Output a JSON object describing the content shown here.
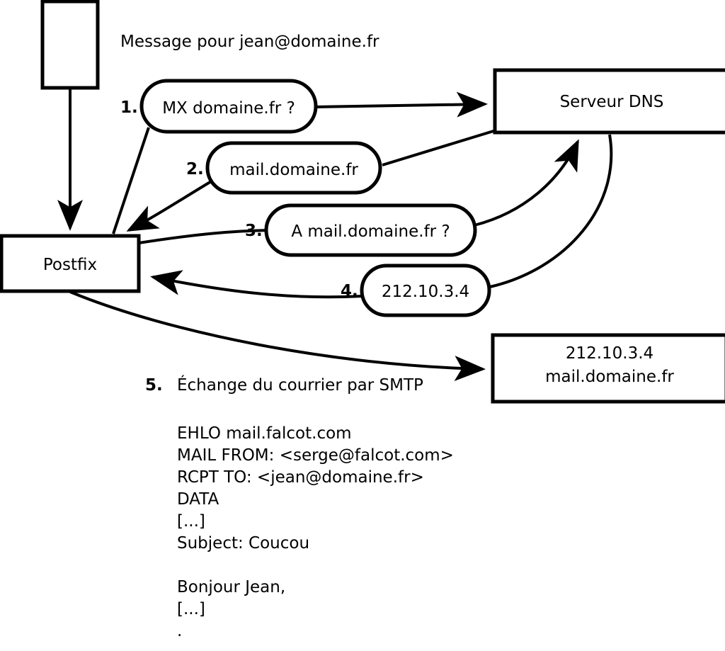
{
  "diagram": {
    "title_text": "Message pour jean@domaine.fr",
    "nodes": {
      "mail_client": {
        "label": ""
      },
      "postfix": {
        "label": "Postfix"
      },
      "dns_server": {
        "label": "Serveur DNS"
      },
      "target_server": {
        "line1": "212.10.3.4",
        "line2": "mail.domaine.fr"
      }
    },
    "steps": [
      {
        "num": "1.",
        "label": "MX domaine.fr ?"
      },
      {
        "num": "2.",
        "label": "mail.domaine.fr"
      },
      {
        "num": "3.",
        "label": "A mail.domaine.fr ?"
      },
      {
        "num": "4.",
        "label": "212.10.3.4"
      },
      {
        "num": "5.",
        "label": "Échange du courrier par SMTP"
      }
    ],
    "smtp_transcript": [
      "EHLO mail.falcot.com",
      "MAIL FROM: <serge@falcot.com>",
      "RCPT TO: <jean@domaine.fr>",
      "DATA",
      "[...]",
      "Subject: Coucou",
      "",
      "Bonjour Jean,",
      "[...]",
      "."
    ],
    "colors": {
      "stroke": "#000000",
      "fill": "#ffffff",
      "text": "#000000"
    }
  }
}
